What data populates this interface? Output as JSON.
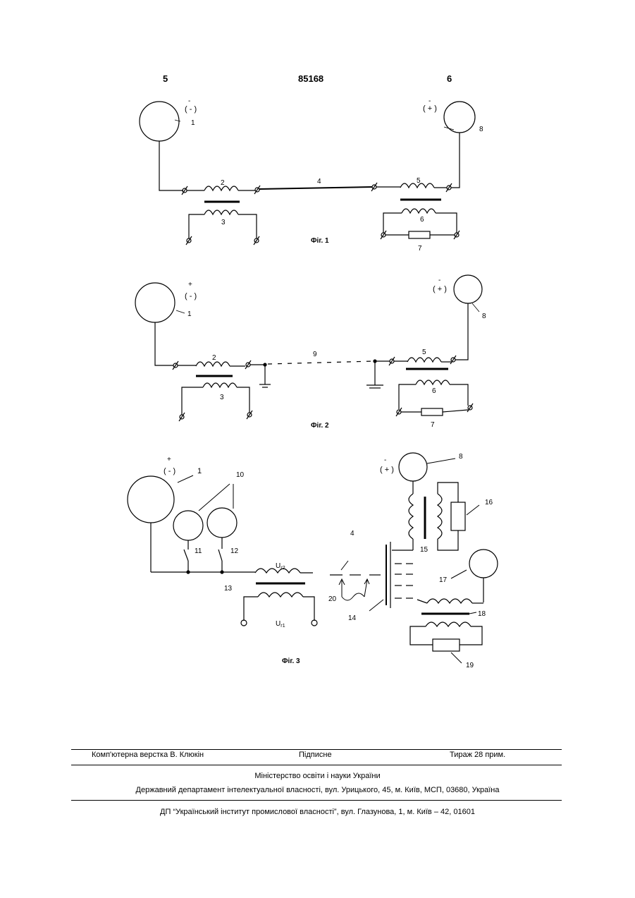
{
  "header": {
    "left_page": "5",
    "patent_number": "85168",
    "right_page": "6"
  },
  "figure1": {
    "caption": "Фіг. 1",
    "polarity_left_top": "-",
    "polarity_left": "( - )",
    "polarity_right_top": "-",
    "polarity_right": "( + )",
    "labels": [
      "1",
      "2",
      "3",
      "4",
      "5",
      "6",
      "7",
      "8"
    ]
  },
  "figure2": {
    "caption": "Фіг. 2",
    "polarity_left_top": "+",
    "polarity_left": "( - )",
    "polarity_right_top": "-",
    "polarity_right": "( + )",
    "labels": [
      "1",
      "2",
      "3",
      "9",
      "5",
      "6",
      "7",
      "8"
    ]
  },
  "figure3": {
    "caption": "Фіг. 3",
    "polarity_left_top": "+",
    "polarity_left": "( - )",
    "polarity_right_top": "-",
    "polarity_right": "( + )",
    "labels": [
      "1",
      "10",
      "11",
      "12",
      "13",
      "4",
      "20",
      "14",
      "8",
      "16",
      "15",
      "17",
      "18",
      "19"
    ],
    "u_g2": "U",
    "u_g2_sub": "г2",
    "u_g1": "U",
    "u_g1_sub": "г1"
  },
  "footer": {
    "typesetting": "Комп'ютерна верстка В. Клюкін",
    "subscription": "Підписне",
    "circulation": "Тираж 28 прим.",
    "ministry": "Міністерство освіти і науки України",
    "department": "Державний департамент інтелектуальної власності, вул. Урицького, 45, м. Київ, МСП, 03680, Україна",
    "institute": "ДП “Український інститут промислової власності”, вул. Глазунова, 1, м. Київ – 42, 01601"
  }
}
